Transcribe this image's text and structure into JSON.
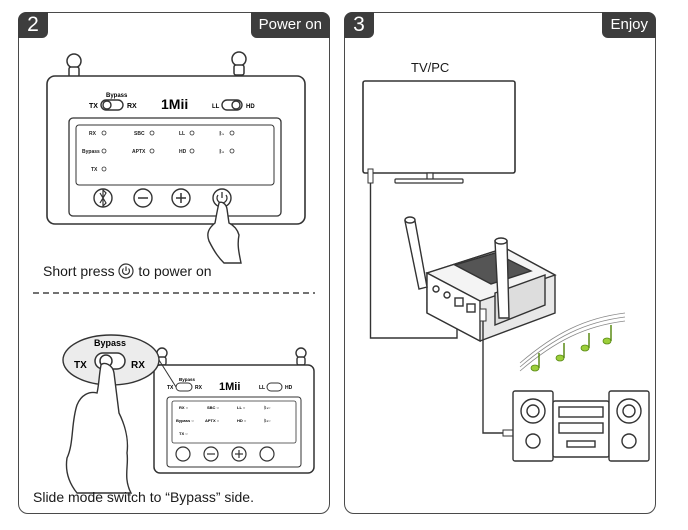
{
  "step2": {
    "number": "2",
    "label": "Power on",
    "device": {
      "bypass_label": "Bypass",
      "tx": "TX",
      "rx": "RX",
      "brand": "1Mii",
      "ll": "LL",
      "hd": "HD",
      "indicators": [
        "RX",
        "SBC",
        "LL",
        "Bypass",
        "APTX",
        "HD",
        "TX"
      ]
    },
    "caption_before": "Short press",
    "caption_after": "to power on",
    "caption2": "Slide mode switch to “Bypass” side."
  },
  "step3": {
    "number": "3",
    "label": "Enjoy",
    "tv_label": "TV/PC"
  }
}
